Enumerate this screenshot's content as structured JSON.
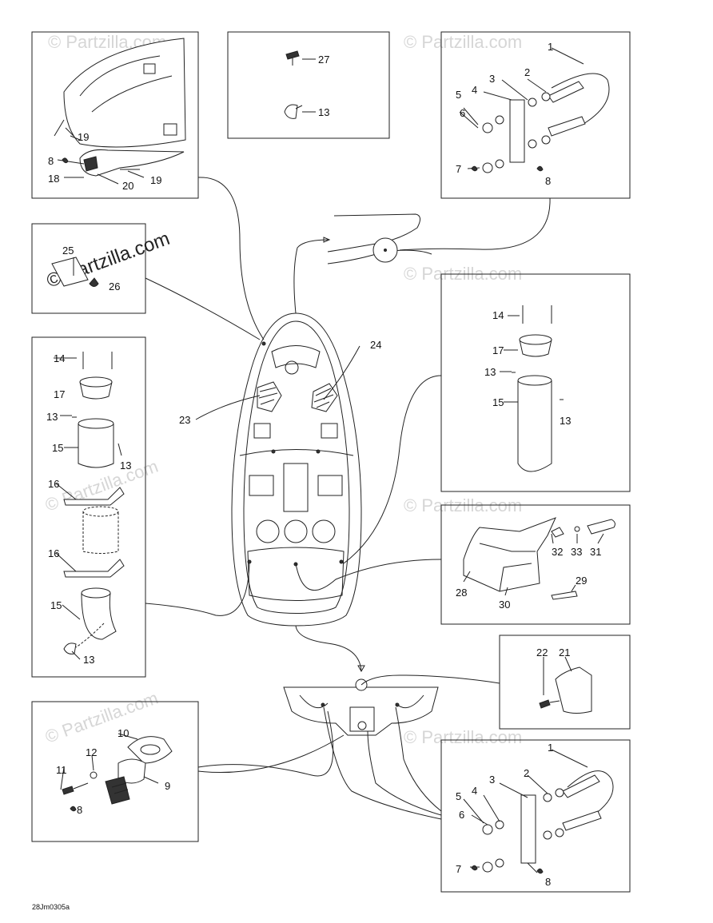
{
  "watermark": "© Partzilla.com",
  "drawing_code": "28Jm0305a",
  "labels": {
    "l1": "1",
    "l2": "2",
    "l3": "3",
    "l4": "4",
    "l5": "5",
    "l6": "6",
    "l7": "7",
    "l8": "8",
    "l9": "9",
    "l10": "10",
    "l11": "11",
    "l12": "12",
    "l13": "13",
    "l14": "14",
    "l15": "15",
    "l16": "16",
    "l17": "17",
    "l18": "18",
    "l19": "19",
    "l20": "20",
    "l21": "21",
    "l22": "22",
    "l23": "23",
    "l24": "24",
    "l25": "25",
    "l26": "26",
    "l27": "27",
    "l28": "28",
    "l29": "29",
    "l30": "30",
    "l31": "31",
    "l32": "32",
    "l33": "33"
  }
}
